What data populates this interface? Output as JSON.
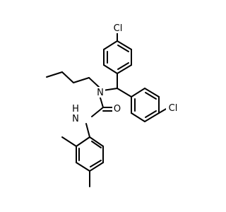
{
  "atoms": {
    "cl_top": "Cl",
    "cl_right": "Cl",
    "nitrogen": "N",
    "nh_h": "H",
    "nh_n": "N",
    "oxygen": "O"
  },
  "colors": {
    "bond": "#000000",
    "text": "#000000",
    "background": "#ffffff"
  }
}
